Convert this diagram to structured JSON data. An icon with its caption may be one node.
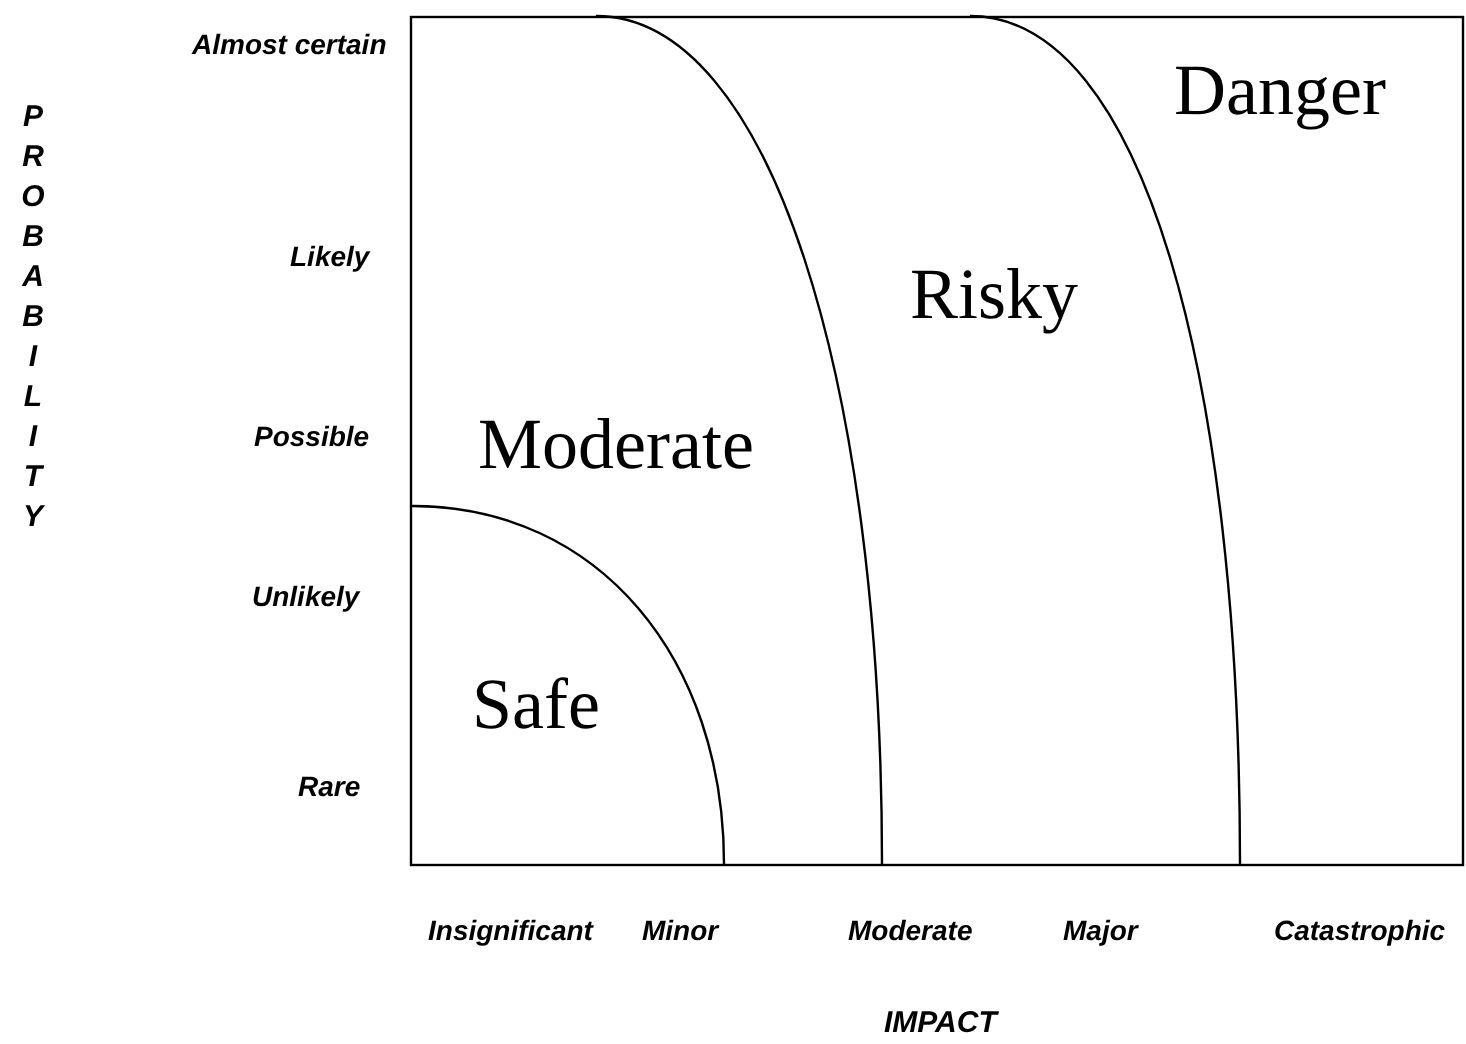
{
  "diagram": {
    "labels": [
      "Almost certain",
      "Danger",
      "PROBABILITY",
      "Likely",
      "Risky",
      "Possible",
      "Moderate",
      "Unlikely",
      "Safe",
      "Rare",
      "Insignificant",
      "Minor",
      "Moderate",
      "Major",
      "Catastrophic",
      "IMPACT"
    ]
  }
}
